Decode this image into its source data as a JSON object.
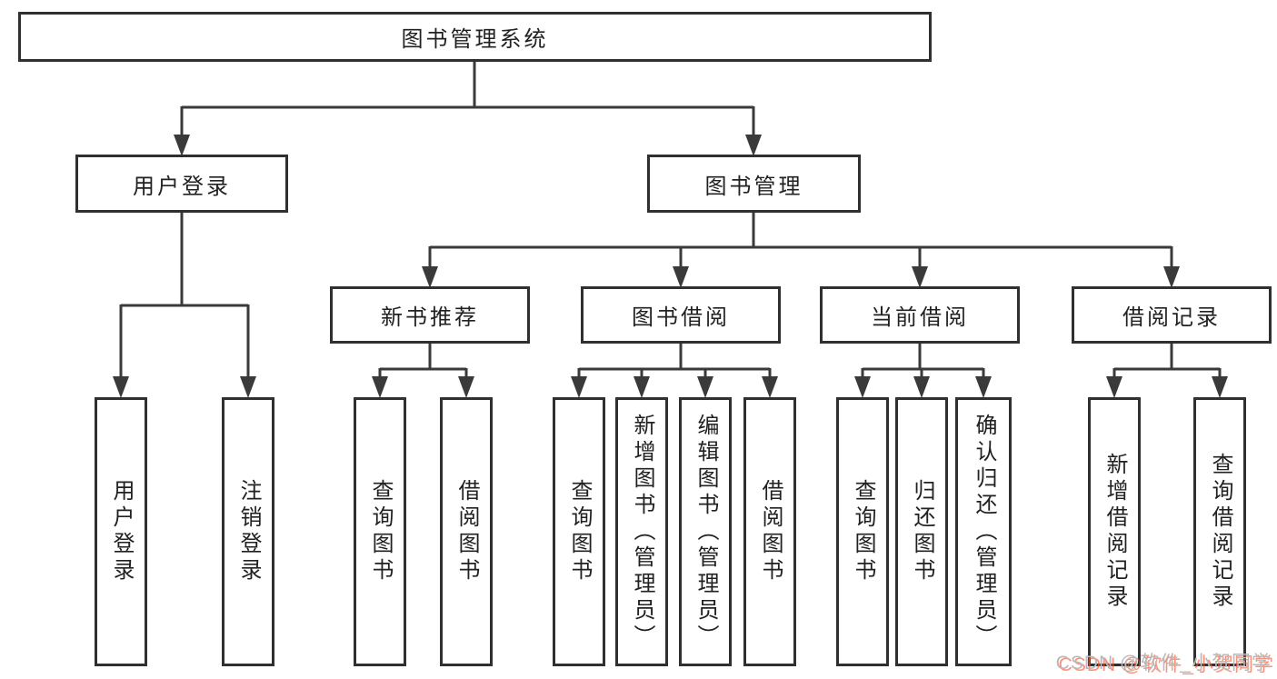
{
  "diagram": {
    "root": {
      "label": "图书管理系统",
      "children": [
        {
          "label": "用户登录",
          "children": [
            {
              "label": "用户登录"
            },
            {
              "label": "注销登录"
            }
          ]
        },
        {
          "label": "图书管理",
          "children": [
            {
              "label": "新书推荐",
              "children": [
                {
                  "label": "查询图书"
                },
                {
                  "label": "借阅图书"
                }
              ]
            },
            {
              "label": "图书借阅",
              "children": [
                {
                  "label": "查询图书"
                },
                {
                  "label": "新增图书（管理员）"
                },
                {
                  "label": "编辑图书（管理员）"
                },
                {
                  "label": "借阅图书"
                }
              ]
            },
            {
              "label": "当前借阅",
              "children": [
                {
                  "label": "查询图书"
                },
                {
                  "label": "归还图书"
                },
                {
                  "label": "确认归还（管理员）"
                }
              ]
            },
            {
              "label": "借阅记录",
              "children": [
                {
                  "label": "新增借阅记录"
                },
                {
                  "label": "查询借阅记录"
                }
              ]
            }
          ]
        }
      ]
    }
  },
  "watermark": {
    "text": "CSDN @软件_小贺同学"
  },
  "colors": {
    "background": "#ffffff",
    "line": "#3a3a3a",
    "box_border": "#303030",
    "text": "#212121",
    "watermark_gray": "#b9b9b9",
    "watermark_red": "#fc5531"
  }
}
